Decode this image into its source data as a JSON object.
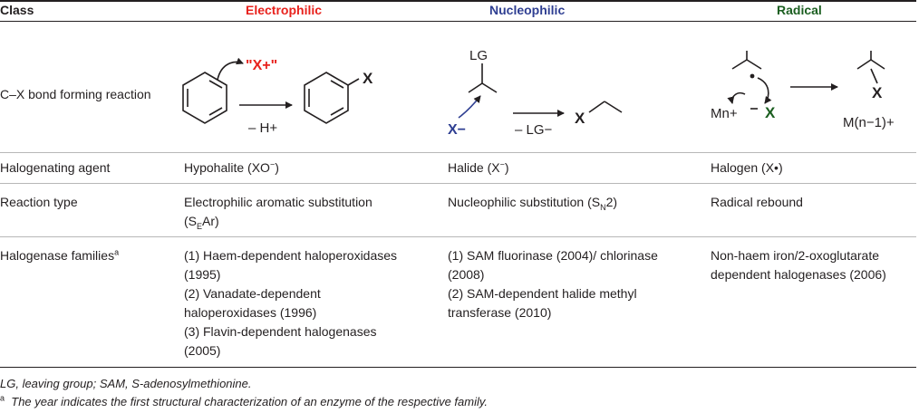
{
  "header": {
    "class_label": "Class",
    "electrophilic": "Electrophilic",
    "nucleophilic": "Nucleophilic",
    "radical": "Radical",
    "colors": {
      "electrophilic": "#e8211c",
      "nucleophilic": "#2f3f92",
      "radical": "#1b5e20"
    }
  },
  "rows": {
    "reaction_label": "C–X bond forming reaction",
    "agent_label": "Halogenating agent",
    "agent": {
      "electrophilic": "Hypohalite (XO",
      "electrophilic_sup": "−",
      "nucleophilic": "Halide (X",
      "nucleophilic_sup": "−",
      "radical": "Halogen (X•)"
    },
    "type_label": "Reaction type",
    "type": {
      "electrophilic_line1": "Electrophilic aromatic substitution",
      "electrophilic_line2_a": "(S",
      "electrophilic_line2_sub": "E",
      "electrophilic_line2_b": "Ar)",
      "nucleophilic_a": "Nucleophilic substitution (S",
      "nucleophilic_sub": "N",
      "nucleophilic_b": "2)",
      "radical": "Radical rebound"
    },
    "families_label": "Halogenase families",
    "families_sup": "a",
    "families": {
      "electrophilic": [
        "(1) Haem-dependent haloperoxidases",
        "(1995)",
        "(2) Vanadate-dependent",
        "haloperoxidases (1996)",
        "(3) Flavin-dependent halogenases",
        "(2005)"
      ],
      "nucleophilic": [
        "(1) SAM fluorinase (2004)/ chlorinase",
        "(2008)",
        "(2) SAM-dependent halide methyl",
        "transferase (2010)"
      ],
      "radical": [
        "Non-haem iron/2-oxoglutarate",
        "dependent halogenases (2006)"
      ]
    }
  },
  "scheme": {
    "x_plus": "\"X+\"",
    "x": "X",
    "minus_h": "– H+",
    "lg": "LG",
    "x_minus": "X−",
    "minus_lg": "– LG−",
    "mn": "Mn+",
    "m_n1": "M(n−1)+"
  },
  "footnotes": {
    "abbrev": "LG, leaving group; SAM, S-adenosylmethionine.",
    "note_sup": "a",
    "note": "The year indicates the first structural characterization of an enzyme of the respective family."
  }
}
